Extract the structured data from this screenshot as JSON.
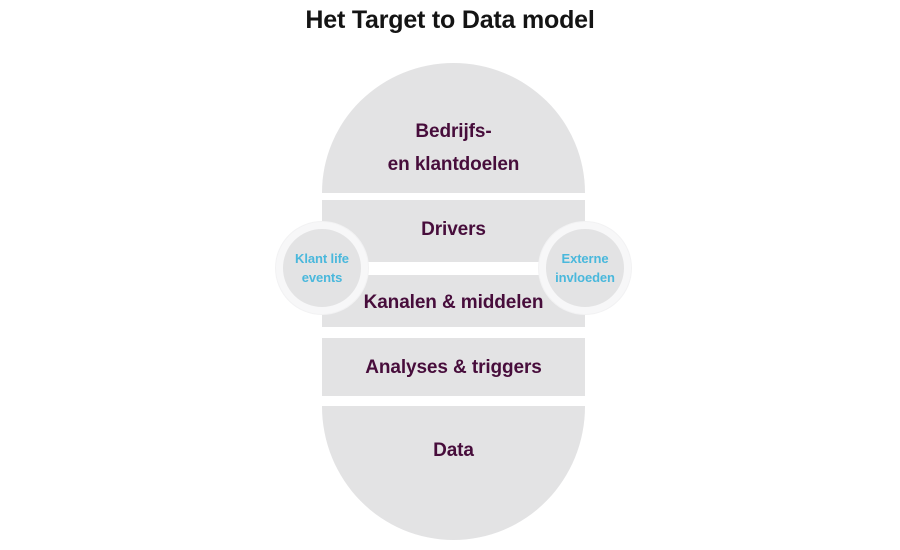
{
  "page": {
    "title": "Het Target to Data model",
    "background_color": "#ffffff"
  },
  "diagram": {
    "type": "stacked-capsule",
    "shape_fill_color": "#e3e3e4",
    "segment_text_color": "#470d3b",
    "bubble_text_color": "#4ab8dc",
    "bubble_ring_color": "#f7f7f8",
    "segments": [
      {
        "id": "bedrijfs-en-klantdoelen",
        "shape": "dome-top",
        "line1": "Bedrijfs-",
        "line2": "en klantdoelen"
      },
      {
        "id": "drivers",
        "shape": "bar",
        "line1": "Drivers"
      },
      {
        "id": "kanalen-en-middelen",
        "shape": "bar",
        "line1": "Kanalen & middelen"
      },
      {
        "id": "analyses-en-triggers",
        "shape": "bar",
        "line1": "Analyses & triggers"
      },
      {
        "id": "data",
        "shape": "dome-bottom",
        "line1": "Data"
      }
    ],
    "bubbles": [
      {
        "id": "klant-life-events",
        "side": "left",
        "line1": "Klant life",
        "line2": "events"
      },
      {
        "id": "externe-invloeden",
        "side": "right",
        "line1": "Externe",
        "line2": "invloeden"
      }
    ]
  }
}
